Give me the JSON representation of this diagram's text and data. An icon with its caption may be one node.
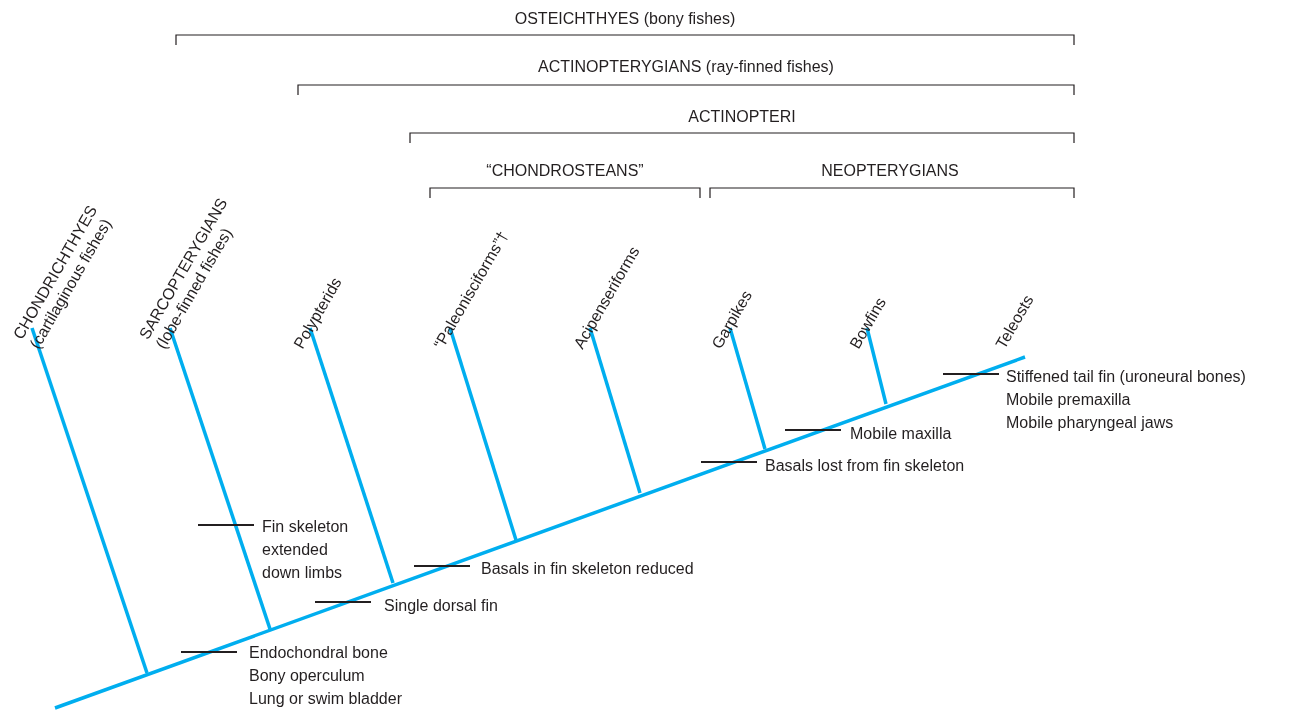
{
  "diagram": {
    "labels": [
      "OSTEICHTHYES (bony fishes)",
      "ACTINOPTERYGIANS (ray-finned fishes)",
      "ACTINOPTERI",
      "“CHONDROSTEANS”",
      "NEOPTERYGIANS",
      "CHONDRICHTHYES (cartilaginous fishes)",
      "SARCOPTERYGIANS (lobe-finned fishes)",
      "Polypterids",
      "“Paleonisciforms”†",
      "Acipenseriforms",
      "Garpikes",
      "Bowfins",
      "Teleosts",
      "Stiffened tail fin (uroneural bones)",
      "Mobile premaxilla",
      "Mobile pharyngeal jaws",
      "Mobile maxilla",
      "Basals lost from fin skeleton",
      "Fin skeleton extended down limbs",
      "Basals in fin skeleton reduced",
      "Single dorsal fin",
      "Endochondral bone",
      "Bony operculum",
      "Lung or swim bladder"
    ]
  }
}
